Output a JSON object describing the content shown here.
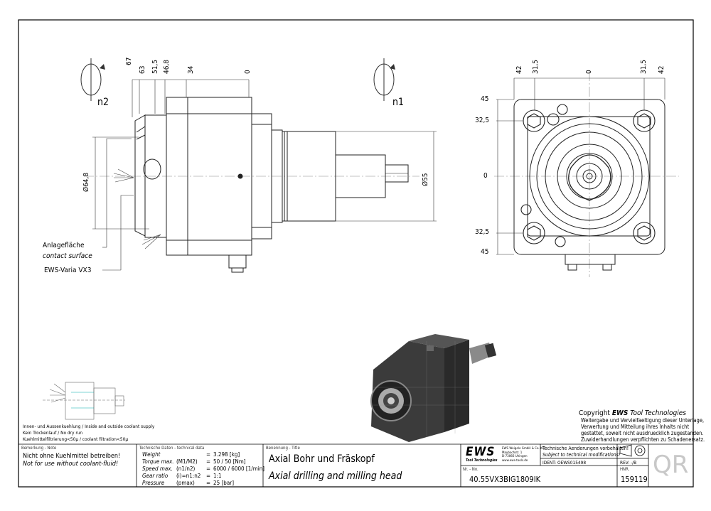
{
  "dimensions_left": {
    "top": [
      "67",
      "63",
      "51,5",
      "46,8",
      "34",
      "0"
    ],
    "diameter_left": "Ø64,8",
    "diameter_right": "Ø55",
    "rotation_label": "n2"
  },
  "dimensions_right": {
    "top": [
      "42",
      "31,5",
      "0",
      "31,5",
      "42"
    ],
    "left": [
      "45",
      "32,5",
      "0",
      "32,5",
      "45"
    ],
    "rotation_label": "n1"
  },
  "callouts": {
    "contact_de": "Anlagefläche",
    "contact_en": "contact surface",
    "product": "EWS-Varia VX3"
  },
  "coolant_notes": [
    "Innen- und Aussenkuehlung / Inside and outside coolant supply",
    "Kein Trockenlauf / No dry run",
    "Kuehlmittelfiltrierung<50µ / coolant filtration<50µ"
  ],
  "copyright": {
    "prefix": "Copyright ",
    "brand": "EWS",
    "suffix": " Tool Technologies",
    "lines": [
      "Weitergabe und Vervielfaeltigung dieser Unterlage,",
      "Verwertung und Mitteilung ihres Inhalts nicht",
      "gestattet, soweit nicht ausdruecklich zugestanden.",
      "Zuwiderhandlungen verpflichten zu Schadenersatz."
    ]
  },
  "title_block": {
    "note_header": "Bemerkung - Note",
    "note_de": "Nicht ohne Kuehlmittel betreiben!",
    "note_en": "Not for use without coolant-fluid!",
    "tech_header": "Technische Daten - technical data",
    "tech_rows": [
      {
        "label": "Weight",
        "sym": "",
        "value": "3.298 [kg]"
      },
      {
        "label": "Torque max.",
        "sym": "(M1/M2)",
        "value": "50 / 50 [Nm]"
      },
      {
        "label": "Speed max.",
        "sym": "(n1/n2)",
        "value": "6000 / 6000 [1/min]"
      },
      {
        "label": "Gear ratio",
        "sym": "(i)=n1:n2",
        "value": "1:1"
      },
      {
        "label": "Pressure",
        "sym": "(pmax)",
        "value": "25 [bar]"
      }
    ],
    "title_header": "Benennung - Title",
    "title_de": "Axial Bohr und Fräskopf",
    "title_en": "Axial drilling and milling head",
    "logo_text": "EWS",
    "logo_sub": "Tool Technologies",
    "company_lines": [
      "EWS Weigele GmbH & Co. KG",
      "Maybachstr. 1",
      "D-73066 Uhingen",
      "www.ews-tools.de"
    ],
    "modif_de": "Technische Aenderungen vorbehalten!",
    "modif_en": "Subject to technical modifications!",
    "ident": "IDENT: OEWS015498",
    "rev": "REV: -/B",
    "nr_label": "Nr. - No.",
    "part_number": "40.55VX3BIG1809IK",
    "hnr_label": "HNR.",
    "hnr": "159119",
    "qr": "QR"
  }
}
